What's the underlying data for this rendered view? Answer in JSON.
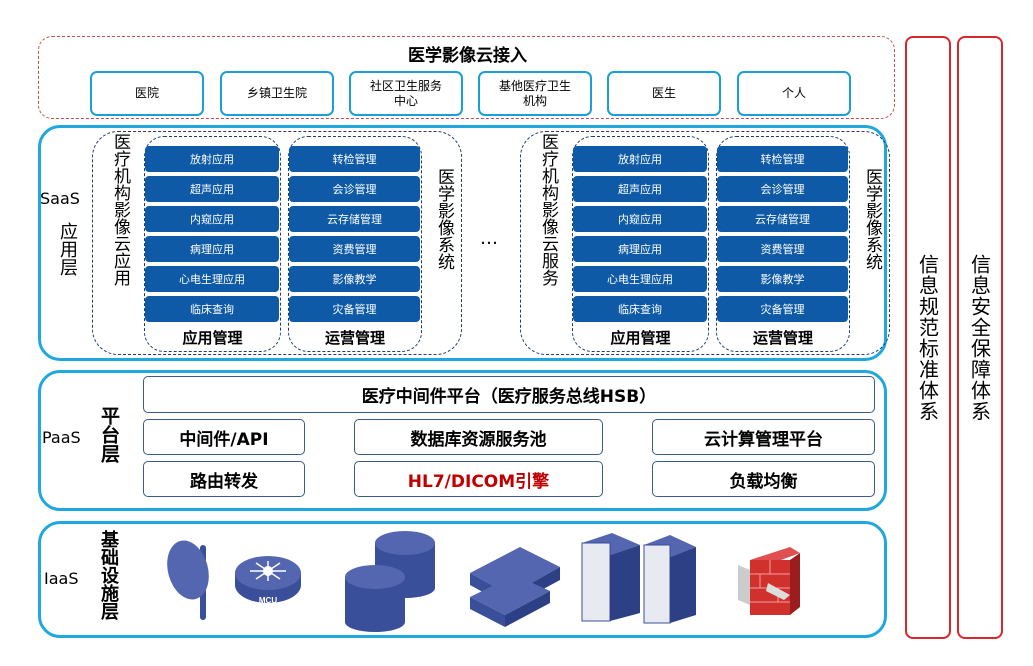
{
  "access": {
    "title": "医学影像云接入",
    "items": [
      "医院",
      "乡镇卫生院",
      "社区卫生服务\n中心",
      "基他医疗卫生\n机构",
      "医生",
      "个人"
    ]
  },
  "side": {
    "standards": "信息规范标准体系",
    "security": "信息安全保障体系"
  },
  "saas": {
    "tag": "SaaS",
    "name": "应用层",
    "ellipsis": "…",
    "groups": [
      {
        "left_label": "医疗机构影像云应用",
        "right_label": "医学影像系统",
        "app_title": "应用管理",
        "op_title": "运营管理",
        "apps": [
          "放射应用",
          "超声应用",
          "内窥应用",
          "病理应用",
          "心电生理应用",
          "临床查询"
        ],
        "ops": [
          "转检管理",
          "会诊管理",
          "云存储管理",
          "资费管理",
          "影像教学",
          "灾备管理"
        ]
      },
      {
        "left_label": "医疗机构影像云服务",
        "right_label": "医学影像系统",
        "app_title": "应用管理",
        "op_title": "运营管理",
        "apps": [
          "放射应用",
          "超声应用",
          "内窥应用",
          "病理应用",
          "心电生理应用",
          "临床查询"
        ],
        "ops": [
          "转检管理",
          "会诊管理",
          "云存储管理",
          "资费管理",
          "影像教学",
          "灾备管理"
        ]
      }
    ]
  },
  "paas": {
    "tag": "PaaS",
    "name": "平台层",
    "hsb": "医疗中间件平台（医疗服务总线HSB）",
    "items": [
      "中间件/API",
      "数据库资源服务池",
      "云计算管理平台",
      "路由转发",
      "HL7/DICOM引擎",
      "负载均衡"
    ],
    "highlight_color": "#c00000"
  },
  "iaas": {
    "tag": "IaaS",
    "name": "基础设施层",
    "mcu": "MCU"
  }
}
